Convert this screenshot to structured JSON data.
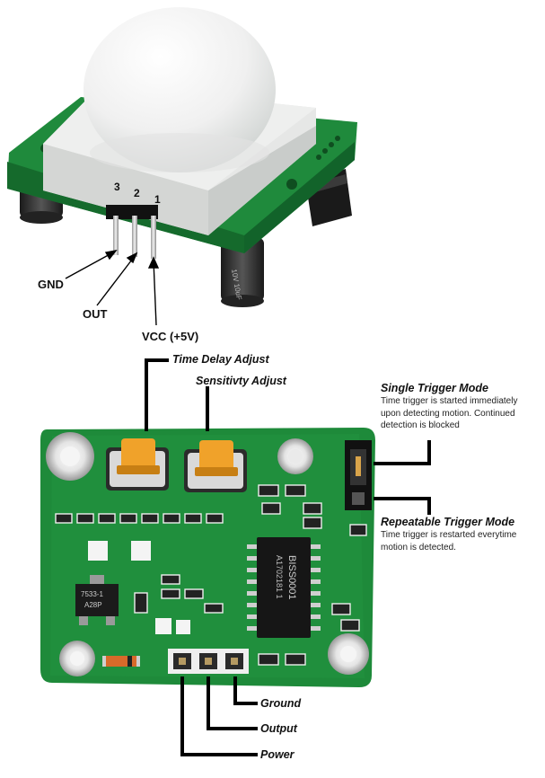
{
  "top_view": {
    "pin_numbers": [
      "3",
      "2",
      "1"
    ],
    "pins": {
      "gnd": "GND",
      "out": "OUT",
      "vcc": "VCC (+5V)"
    }
  },
  "bottom_view": {
    "time_delay_adjust": "Time Delay Adjust",
    "sensitivity_adjust": "Sensitivty Adjust",
    "single_trigger_mode": {
      "title": "Single Trigger Mode",
      "description": "Time trigger is started immediately upon detecting motion. Continued detection is blocked"
    },
    "repeatable_trigger_mode": {
      "title": "Repeatable Trigger Mode",
      "description": "Time trigger is restarted everytime motion is detected."
    },
    "header_pins": {
      "ground": "Ground",
      "output": "Output",
      "power": "Power"
    },
    "chip_text": [
      "BISS0001",
      "A1702181 1"
    ],
    "regulator_text": [
      "7533-1",
      "A28P"
    ]
  },
  "colors": {
    "pcb_green": "#1e8a3a",
    "trimmer_orange": "#f0a22a",
    "dome_white": "#ecedec"
  }
}
